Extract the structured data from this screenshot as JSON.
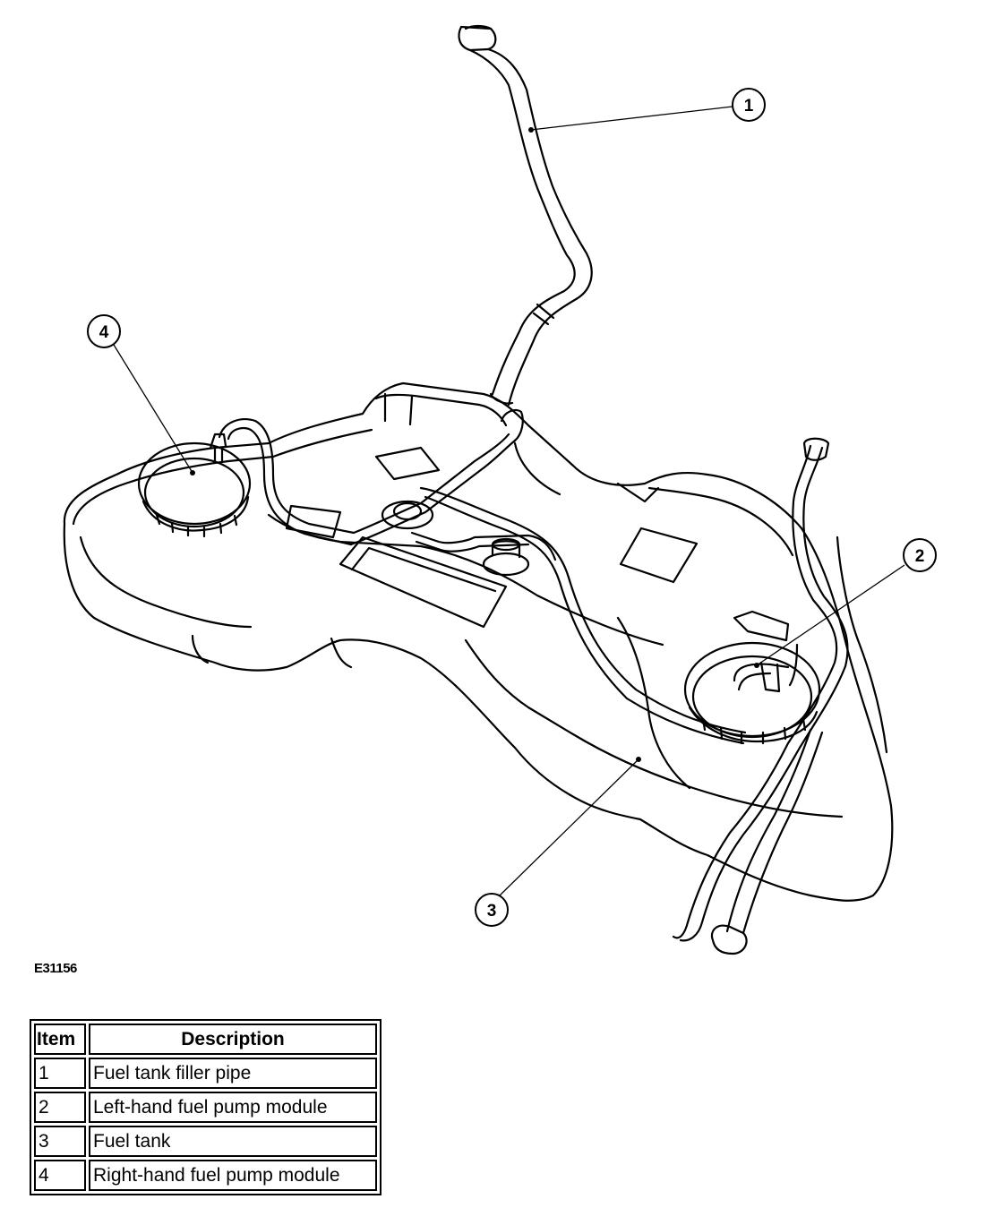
{
  "diagram": {
    "callouts": [
      "1",
      "2",
      "3",
      "4"
    ],
    "figure_code": "E31156"
  },
  "legend": {
    "headers": {
      "item": "Item",
      "description": "Description"
    },
    "rows": [
      {
        "item": "1",
        "description": "Fuel tank filler pipe"
      },
      {
        "item": "2",
        "description": "Left-hand fuel pump module"
      },
      {
        "item": "3",
        "description": "Fuel tank"
      },
      {
        "item": "4",
        "description": "Right-hand fuel pump module"
      }
    ]
  }
}
